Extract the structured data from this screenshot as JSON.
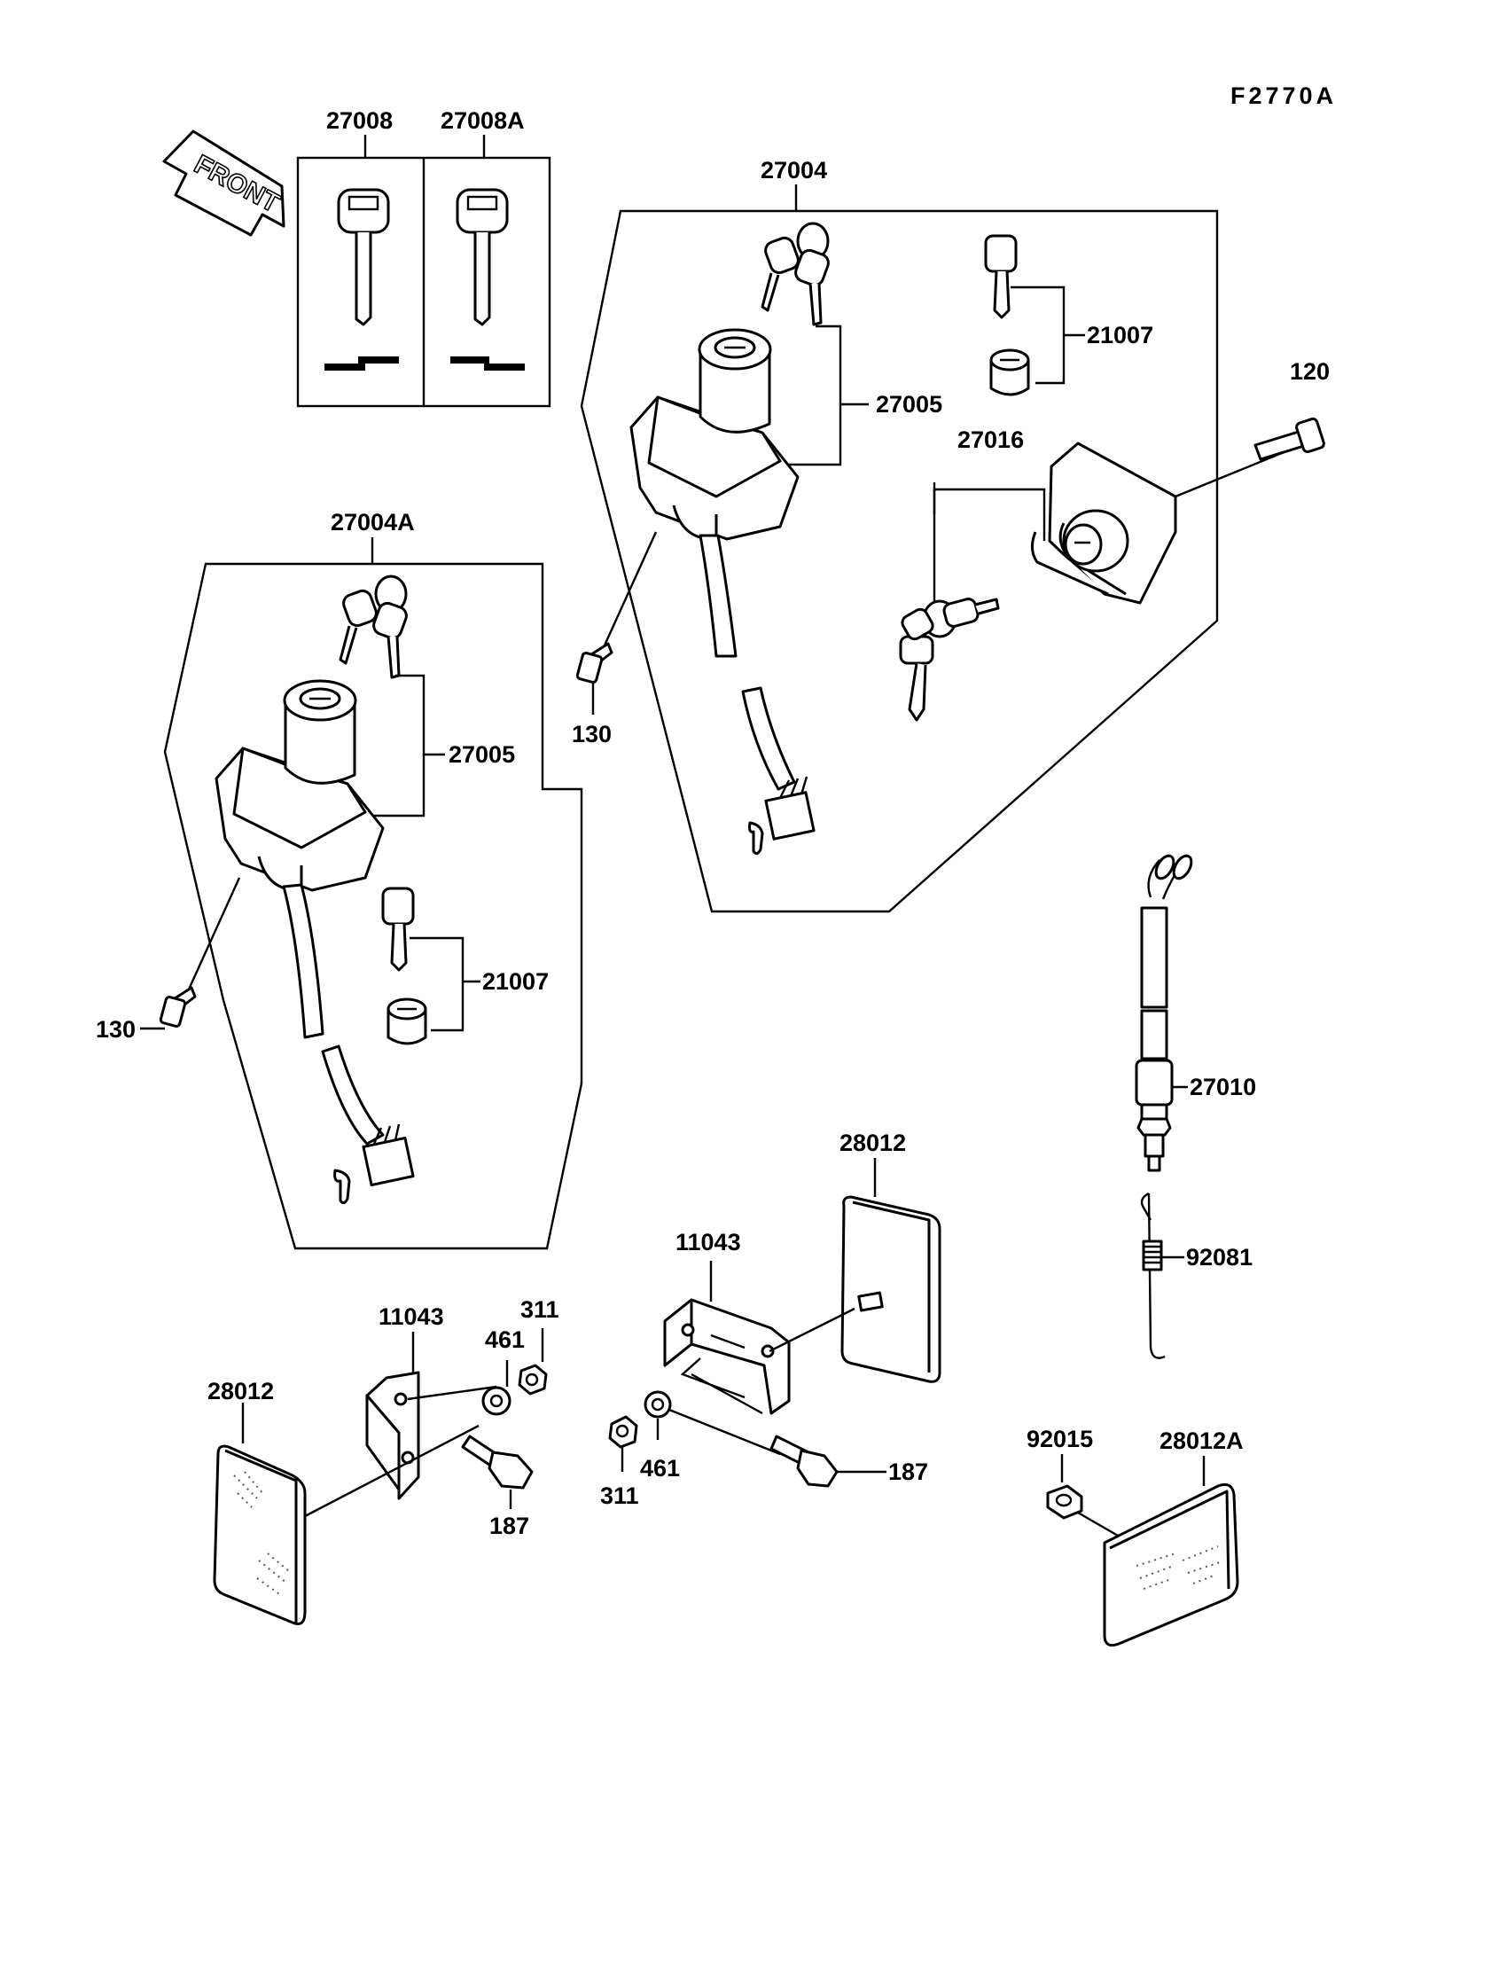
{
  "diagram_code": "F2770A",
  "front_arrow": "FRONT",
  "parts": {
    "key_blank": "27008",
    "key_blank_alt": "27008A",
    "ignition_set_right": "27004",
    "ignition_set_left": "27004A",
    "ignition_switch_right": "27005",
    "ignition_switch_left": "27005",
    "lock_set_right": "21007",
    "lock_set_left": "21007",
    "helmet_lock": "27016",
    "bolt_120": "120",
    "screw_right": "130",
    "screw_left": "130",
    "switch_27010": "27010",
    "spring": "92081",
    "reflector_top": "28012",
    "bracket_right": "11043",
    "bracket_left": "11043",
    "nut_311_left": "311",
    "washer_461_left": "461",
    "reflector_left": "28012",
    "bolt_187_left": "187",
    "nut_311_right": "311",
    "washer_461_right": "461",
    "bolt_187_right": "187",
    "nut_92015": "92015",
    "reflector_bottom": "28012A"
  }
}
